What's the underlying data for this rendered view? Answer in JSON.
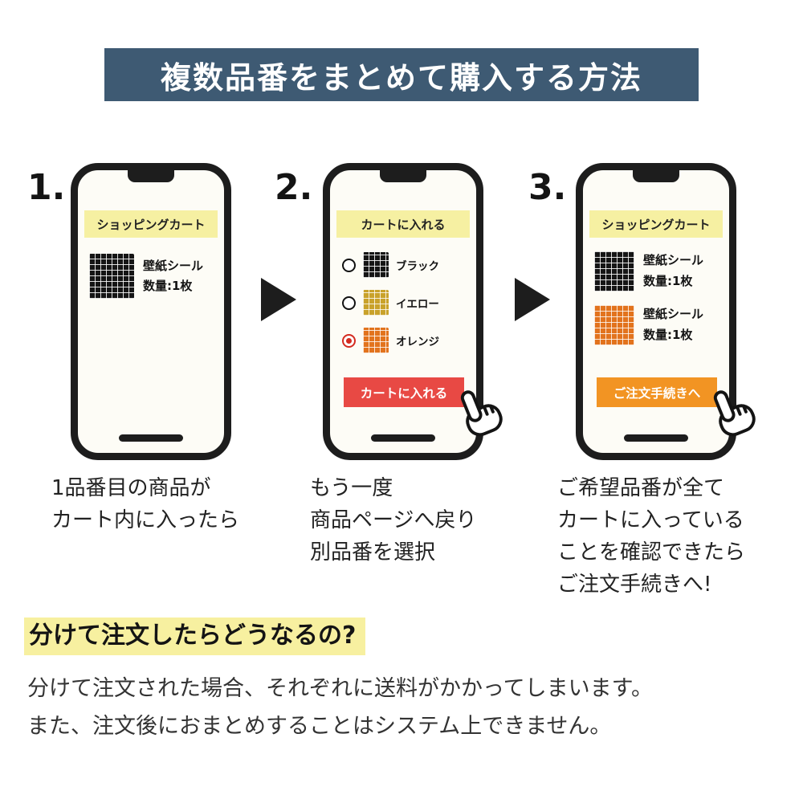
{
  "header": {
    "title": "複数品番をまとめて購入する方法"
  },
  "steps": [
    {
      "number": "1.",
      "phone": {
        "banner": "ショッピングカート",
        "items": [
          {
            "swatch": "black",
            "name": "壁紙シール",
            "qty": "数量:1枚"
          }
        ]
      },
      "caption": [
        "1品番目の商品が",
        "カート内に入ったら"
      ]
    },
    {
      "number": "2.",
      "phone": {
        "banner": "カートに入れる",
        "options": [
          {
            "label": "ブラック",
            "swatch": "black",
            "selected": false
          },
          {
            "label": "イエロー",
            "swatch": "yellow",
            "selected": false
          },
          {
            "label": "オレンジ",
            "swatch": "orange",
            "selected": true
          }
        ],
        "button": "カートに入れる"
      },
      "caption": [
        "もう一度",
        "商品ページへ戻り",
        "別品番を選択"
      ]
    },
    {
      "number": "3.",
      "phone": {
        "banner": "ショッピングカート",
        "items": [
          {
            "swatch": "black",
            "name": "壁紙シール",
            "qty": "数量:1枚"
          },
          {
            "swatch": "orange",
            "name": "壁紙シール",
            "qty": "数量:1枚"
          }
        ],
        "button": "ご注文手続きへ"
      },
      "caption": [
        "ご希望品番が全て",
        "カートに入っている",
        "ことを確認できたら",
        "ご注文手続きへ!"
      ]
    }
  ],
  "faq": {
    "heading": "分けて注文したらどうなるの?",
    "body": [
      "分けて注文された場合、それぞれに送料がかかってしまいます。",
      "また、注文後におまとめすることはシステム上できません。"
    ]
  },
  "colors": {
    "header_bg": "#3e5a73",
    "phone_banner_yellow": "#f6f0a2",
    "button_red": "#e84944",
    "button_orange": "#f29423",
    "highlight_yellow": "#f7f0a0",
    "radio_selected_red": "#d42b20"
  }
}
